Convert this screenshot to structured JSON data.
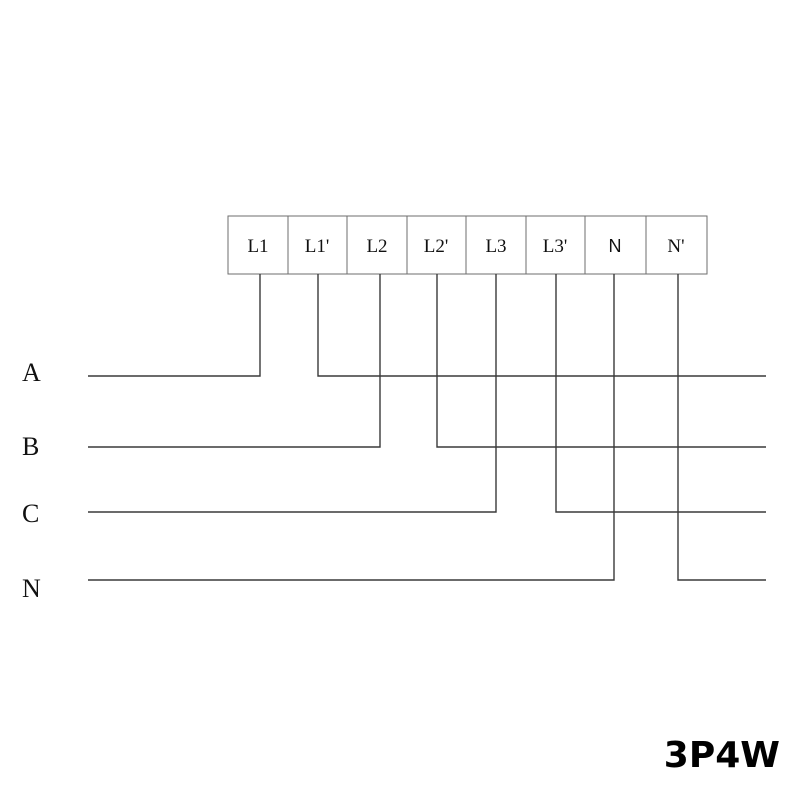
{
  "terminals": [
    "L1",
    "L1'",
    "L2",
    "L2'",
    "L3",
    "L3'",
    "N",
    "N'"
  ],
  "phases": [
    "A",
    "B",
    "C",
    "N"
  ],
  "title": "3P4W"
}
